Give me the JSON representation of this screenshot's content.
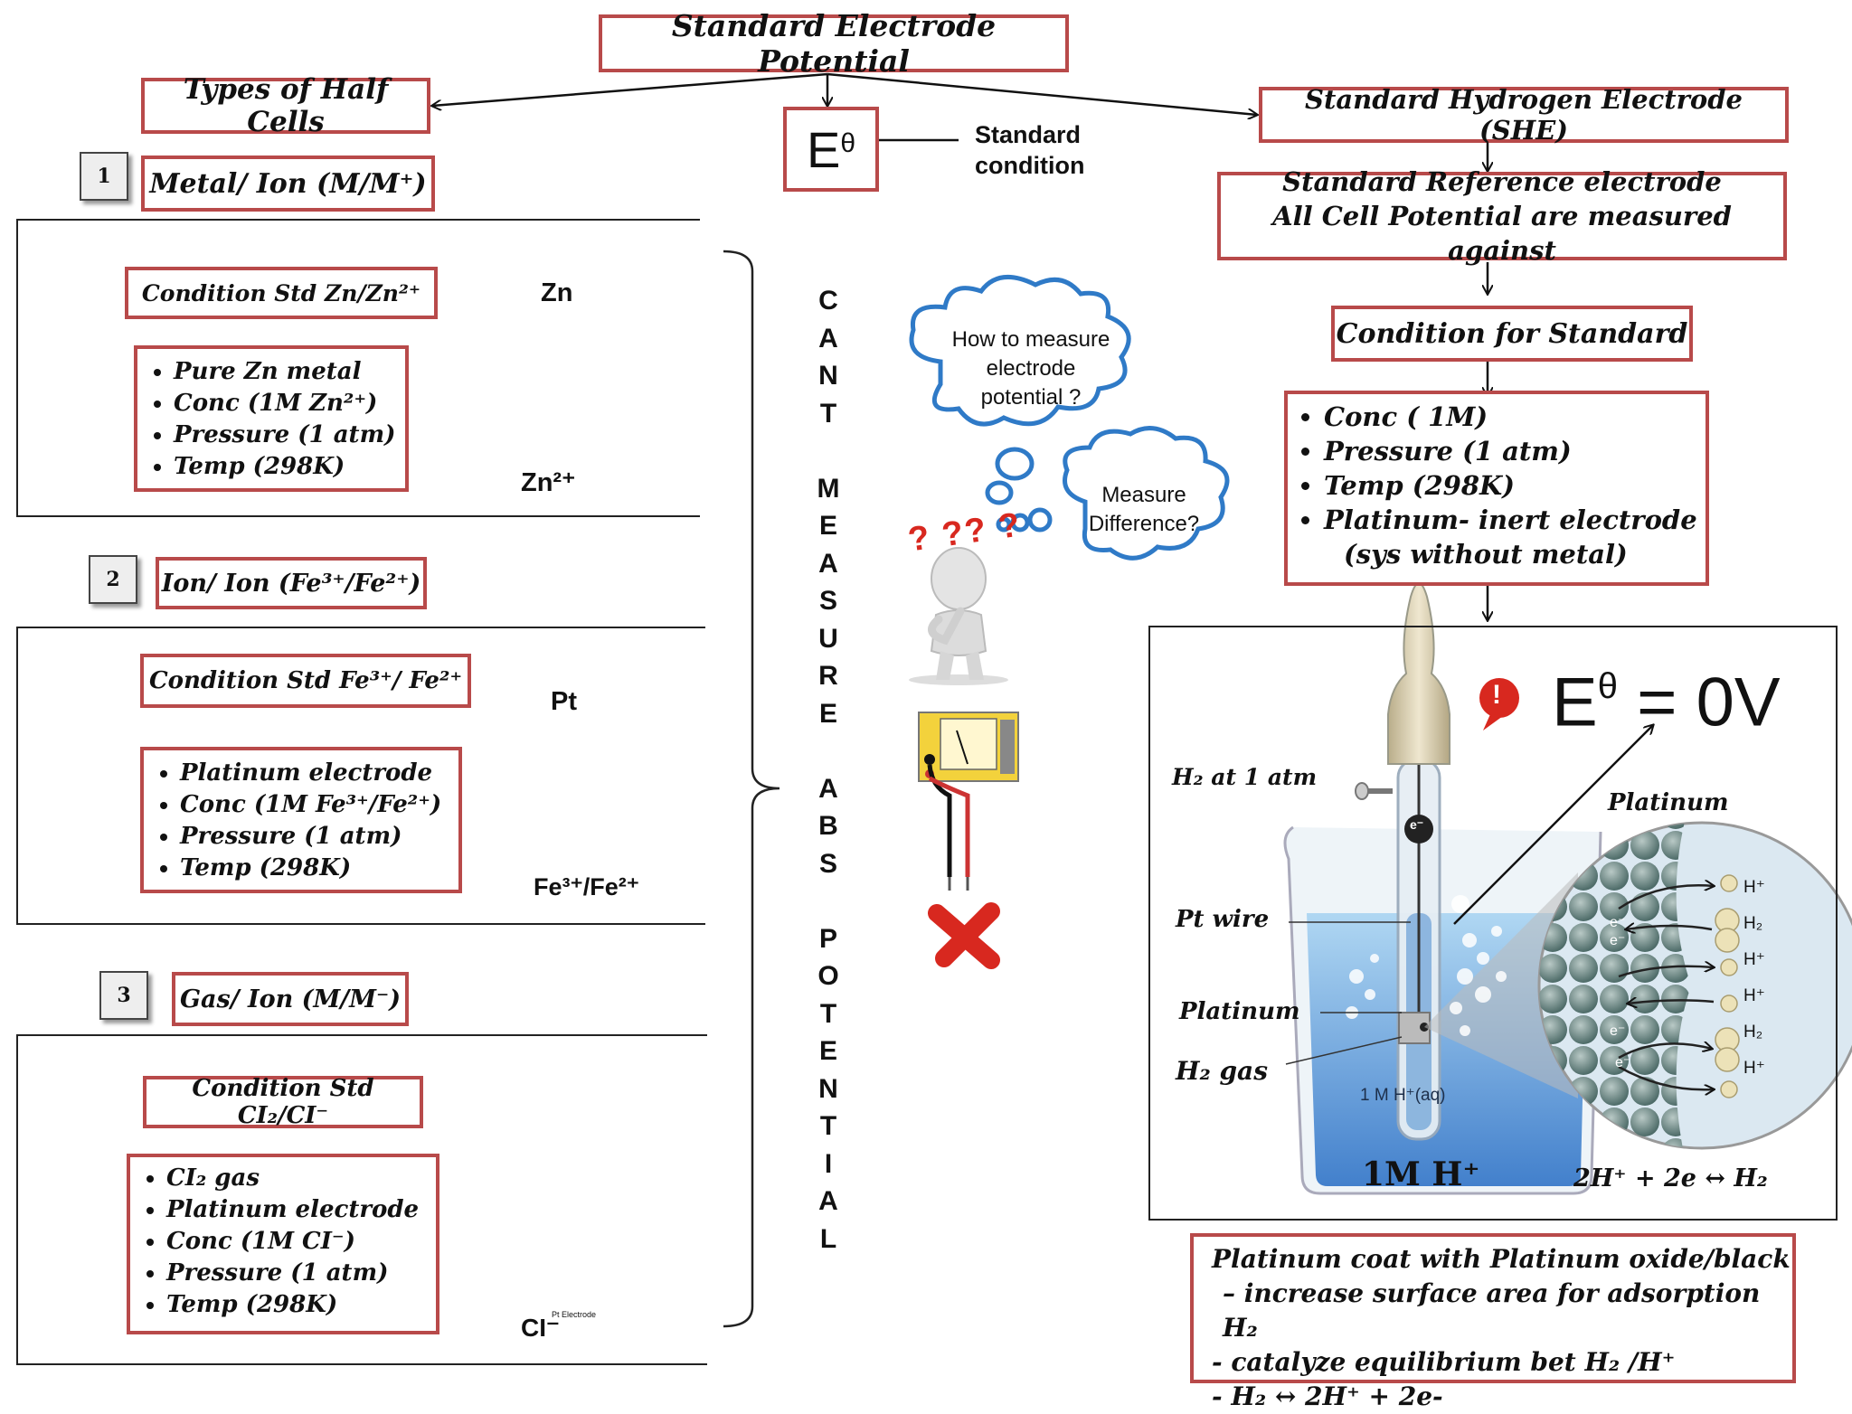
{
  "title": "Standard Electrode Potential",
  "types_title": "Types of Half Cells",
  "she_title": "Standard Hydrogen Electrode (SHE)",
  "etheta_symbol": "E",
  "theta": "θ",
  "standard_condition": [
    "Standard",
    "condition"
  ],
  "cells": [
    {
      "number": "1",
      "type_label": "Metal/ Ion (M/M⁺)",
      "condition_label": "Condition Std  Zn/Zn²⁺",
      "bullets": [
        "Pure Zn metal",
        "Conc (1M Zn²⁺)",
        "Pressure (1 atm)",
        "Temp (298K)"
      ],
      "electrode_label": "Zn",
      "solution_label": "Zn²⁺"
    },
    {
      "number": "2",
      "type_label": "Ion/ Ion (Fe³⁺/Fe²⁺)",
      "condition_label": "Condition Std  Fe³⁺/ Fe²⁺",
      "bullets": [
        "Platinum electrode",
        "Conc (1M Fe³⁺/Fe²⁺)",
        "Pressure (1 atm)",
        "Temp (298K)"
      ],
      "electrode_label": "Pt",
      "solution_label": "Fe³⁺/Fe²⁺"
    },
    {
      "number": "3",
      "type_label": "Gas/ Ion (M/M⁻)",
      "condition_label": "Condition Std CI₂/CI⁻",
      "bullets": [
        "CI₂ gas",
        "Platinum electrode",
        "Conc (1M CI⁻)",
        "Pressure (1 atm)",
        "Temp (298K)"
      ],
      "solution_label": "CI⁻",
      "electrode_caption": "Pt Electrode"
    }
  ],
  "vertical_text": [
    "C",
    "A",
    "N",
    "T",
    "",
    "M",
    "E",
    "A",
    "S",
    "U",
    "R",
    "E",
    "",
    "A",
    "B",
    "S",
    "",
    "P",
    "O",
    "T",
    "E",
    "N",
    "T",
    "I",
    "A",
    "L"
  ],
  "cloud1": [
    "How to measure",
    "electrode",
    "potential ?"
  ],
  "cloud2": [
    "Measure",
    "Difference?"
  ],
  "question_marks": "? ?? ?",
  "reference_lines": [
    "Standard Reference electrode",
    "All Cell Potential are measured against"
  ],
  "condition_for_standard": "Condition for Standard",
  "std_bullets": [
    "Conc ( 1M)",
    "Pressure (1 atm)",
    "Temp (298K)",
    "Platinum- inert electrode"
  ],
  "std_bullet_sub": "(sys without metal)",
  "she_diagram": {
    "etheta_value": "= 0V",
    "h2_at_1atm": "H₂ at 1 atm",
    "platinum_right": "Platinum",
    "pt_wire": "Pt wire",
    "platinum_left": "Platinum",
    "h2_gas": "H₂ gas",
    "solution": "1 M H⁺(aq)",
    "conc_label": "1M H⁺",
    "equation": "2H⁺ + 2e ↔  H₂",
    "electron": "e⁻",
    "ions": [
      "H⁺",
      "H₂",
      "H⁺",
      "H⁺",
      "H₂",
      "H⁺"
    ],
    "e_labels": [
      "e⁻",
      "e⁻",
      "e⁻",
      "e⁻"
    ]
  },
  "platinum_notes": [
    "Platinum coat with Platinum oxide/black",
    "– increase surface area for adsorption H₂",
    "-   catalyze equilibrium bet H₂ /H⁺",
    "-   H₂ ↔ 2H⁺  +  2e-"
  ],
  "colors": {
    "box_border": "#b84a4a",
    "electrode_blue": "#4a74c4",
    "solution": "#bfe2ee",
    "cloud": "#2f7ac7"
  }
}
